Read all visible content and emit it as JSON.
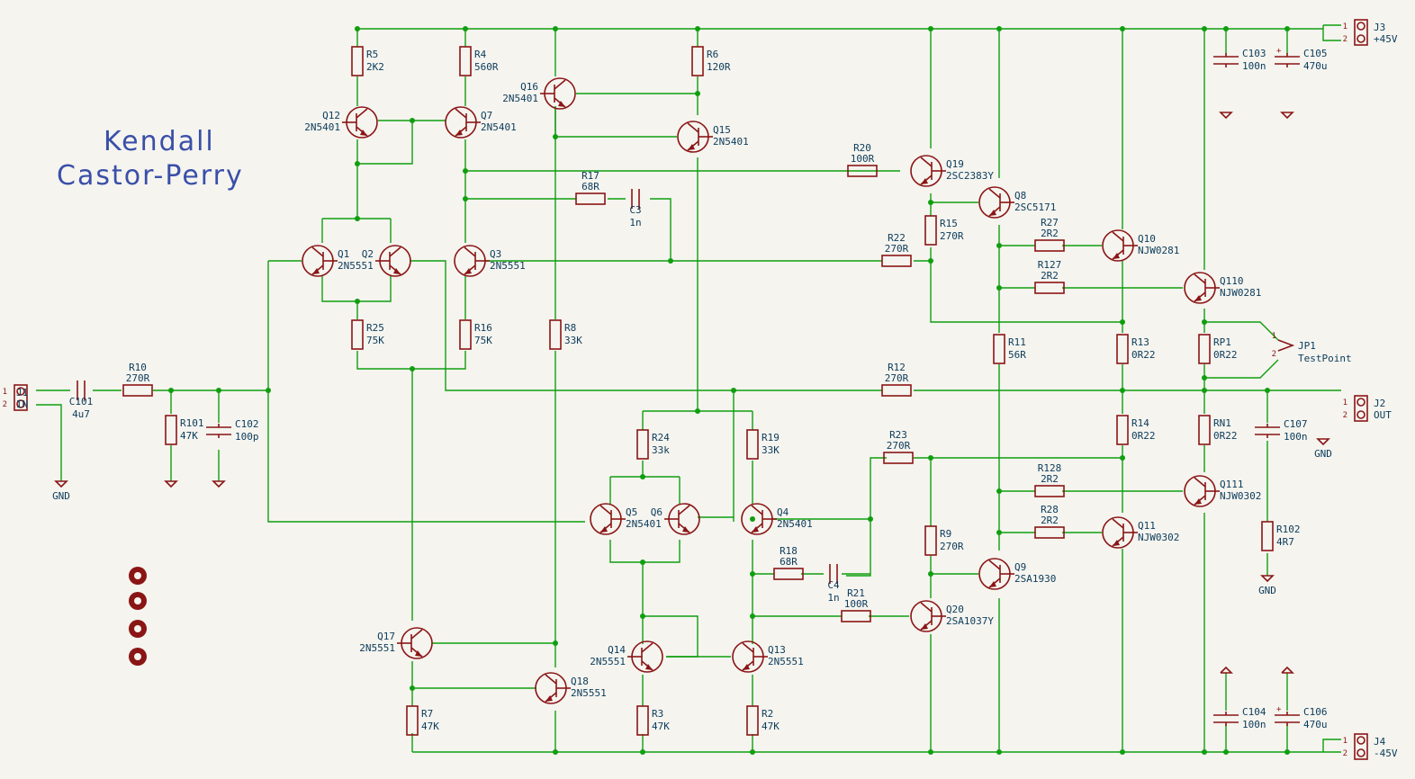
{
  "title_lines": [
    "Kendall",
    "Castor-Perry"
  ],
  "resistors": [
    {
      "ref": "R5",
      "value": "2K2"
    },
    {
      "ref": "R4",
      "value": "560R"
    },
    {
      "ref": "R6",
      "value": "120R"
    },
    {
      "ref": "R10",
      "value": "270R"
    },
    {
      "ref": "R101",
      "value": "47K"
    },
    {
      "ref": "R25",
      "value": "75K"
    },
    {
      "ref": "R16",
      "value": "75K"
    },
    {
      "ref": "R8",
      "value": "33K"
    },
    {
      "ref": "R17",
      "value": "68R"
    },
    {
      "ref": "R20",
      "value": "100R"
    },
    {
      "ref": "R22",
      "value": "270R"
    },
    {
      "ref": "R15",
      "value": "270R"
    },
    {
      "ref": "R27",
      "value": "2R2"
    },
    {
      "ref": "R127",
      "value": "2R2"
    },
    {
      "ref": "R11",
      "value": "56R"
    },
    {
      "ref": "R13",
      "value": "0R22"
    },
    {
      "ref": "RP1",
      "value": "0R22"
    },
    {
      "ref": "R12",
      "value": "270R"
    },
    {
      "ref": "R14",
      "value": "0R22"
    },
    {
      "ref": "RN1",
      "value": "0R22"
    },
    {
      "ref": "R24",
      "value": "33k"
    },
    {
      "ref": "R19",
      "value": "33K"
    },
    {
      "ref": "R23",
      "value": "270R"
    },
    {
      "ref": "R128",
      "value": "2R2"
    },
    {
      "ref": "R28",
      "value": "2R2"
    },
    {
      "ref": "R9",
      "value": "270R"
    },
    {
      "ref": "R18",
      "value": "68R"
    },
    {
      "ref": "R21",
      "value": "100R"
    },
    {
      "ref": "R102",
      "value": "4R7"
    },
    {
      "ref": "R7",
      "value": "47K"
    },
    {
      "ref": "R3",
      "value": "47K"
    },
    {
      "ref": "R2",
      "value": "47K"
    }
  ],
  "capacitors": [
    {
      "ref": "C101",
      "value": "4u7"
    },
    {
      "ref": "C102",
      "value": "100p"
    },
    {
      "ref": "C3",
      "value": "1n"
    },
    {
      "ref": "C4",
      "value": "1n"
    },
    {
      "ref": "C103",
      "value": "100n"
    },
    {
      "ref": "C105",
      "value": "470u"
    },
    {
      "ref": "C107",
      "value": "100n"
    },
    {
      "ref": "C104",
      "value": "100n"
    },
    {
      "ref": "C106",
      "value": "470u"
    }
  ],
  "transistors": [
    {
      "ref": "Q12",
      "part": "2N5401"
    },
    {
      "ref": "Q7",
      "part": "2N5401"
    },
    {
      "ref": "Q16",
      "part": "2N5401"
    },
    {
      "ref": "Q15",
      "part": "2N5401"
    },
    {
      "ref": "Q1",
      "part": "2N5551"
    },
    {
      "ref": "Q2",
      "part": ""
    },
    {
      "ref": "Q3",
      "part": "2N5551"
    },
    {
      "ref": "Q19",
      "part": "2SC2383Y"
    },
    {
      "ref": "Q8",
      "part": "2SC5171"
    },
    {
      "ref": "Q10",
      "part": "NJW0281"
    },
    {
      "ref": "Q110",
      "part": "NJW0281"
    },
    {
      "ref": "Q5",
      "part": "2N5401"
    },
    {
      "ref": "Q6",
      "part": ""
    },
    {
      "ref": "Q4",
      "part": "2N5401"
    },
    {
      "ref": "Q111",
      "part": "NJW0302"
    },
    {
      "ref": "Q11",
      "part": "NJW0302"
    },
    {
      "ref": "Q9",
      "part": "2SA1930"
    },
    {
      "ref": "Q20",
      "part": "2SA1037Y"
    },
    {
      "ref": "Q17",
      "part": "2N5551"
    },
    {
      "ref": "Q18",
      "part": "2N5551"
    },
    {
      "ref": "Q14",
      "part": "2N5551"
    },
    {
      "ref": "Q13",
      "part": "2N5551"
    }
  ],
  "connectors": [
    {
      "ref": "J1",
      "name": "IN",
      "pins": [
        "1",
        "2"
      ]
    },
    {
      "ref": "J2",
      "name": "OUT",
      "pins": [
        "1",
        "2"
      ]
    },
    {
      "ref": "J3",
      "name": "+45V",
      "pins": [
        "1",
        "2"
      ]
    },
    {
      "ref": "J4",
      "name": "-45V",
      "pins": [
        "1",
        "2"
      ]
    },
    {
      "ref": "JP1",
      "name": "TestPoint",
      "pins": [
        "1",
        "2"
      ]
    }
  ],
  "gnd_labels": [
    "GND",
    "GND",
    "GND"
  ],
  "colors": {
    "wire": "#0f9e0f",
    "part": "#8a1515",
    "text": "#0b3b5a",
    "title": "#3a4fa8",
    "background": "#f5f4ef"
  }
}
